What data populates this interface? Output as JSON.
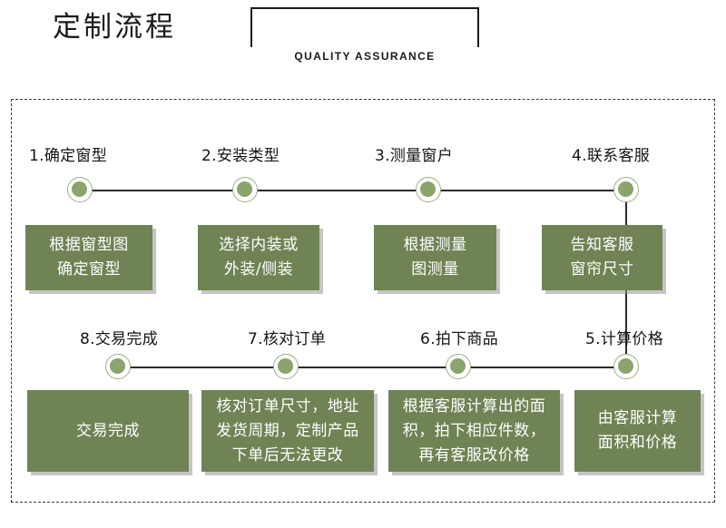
{
  "header": {
    "title": "定制流程",
    "subtitle": "QUALITY ASSURANCE"
  },
  "colors": {
    "box_green": "#6f8354",
    "node_fill": "#8ba36c",
    "node_ring": "#9bae86",
    "line": "#2b2b2b",
    "frame_dash": "#3a3a3a",
    "text_dark": "#141414",
    "box_text": "#ffffff"
  },
  "flow": {
    "rows": [
      {
        "id": "row-top",
        "steps": [
          {
            "label": "1.确定窗型",
            "box": "根据窗型图\n确定窗型"
          },
          {
            "label": "2.安装类型",
            "box": "选择内装或\n外装/侧装"
          },
          {
            "label": "3.测量窗户",
            "box": "根据测量\n图测量"
          },
          {
            "label": "4.联系客服",
            "box": "告知客服\n窗帘尺寸"
          }
        ]
      },
      {
        "id": "row-bottom",
        "steps": [
          {
            "label": "8.交易完成",
            "box": "交易完成"
          },
          {
            "label": "7.核对订单",
            "box": "核对订单尺寸，地址\n发货周期，定制产品\n下单后无法更改"
          },
          {
            "label": "6.拍下商品",
            "box": "根据客服计算出的面\n积，拍下相应件数，\n再有客服改价格"
          },
          {
            "label": "5.计算价格",
            "box": "由客服计算\n面积和价格"
          }
        ]
      }
    ]
  }
}
